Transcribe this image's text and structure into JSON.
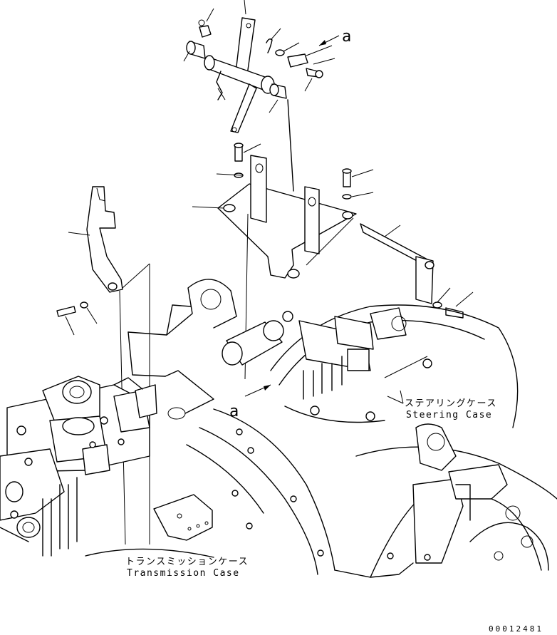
{
  "labels": {
    "steering_jp": "ステアリングケース",
    "steering_en": "Steering Case",
    "transmission_jp": "トランスミッションケース",
    "transmission_en": "Transmission Case"
  },
  "reference_marks": {
    "top": "a",
    "bottom": "a"
  },
  "document_number": "00012481"
}
